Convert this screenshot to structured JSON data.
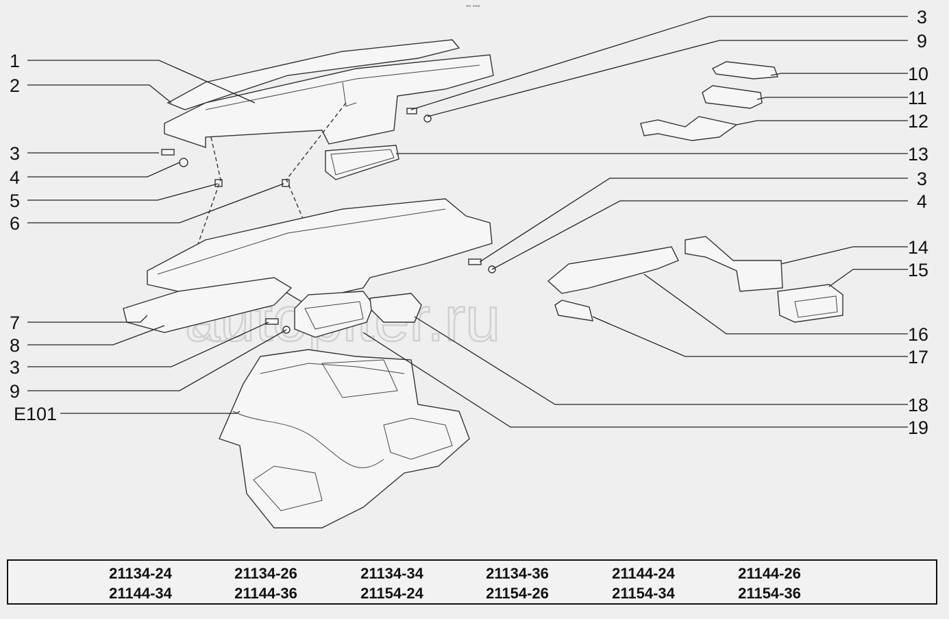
{
  "top_mark": "°° °°°",
  "watermark": "autopiter.ru",
  "callouts": {
    "left": [
      "1",
      "2",
      "3",
      "4",
      "5",
      "6",
      "7",
      "8",
      "3",
      "9",
      "E101"
    ],
    "right": [
      "3",
      "9",
      "10",
      "11",
      "12",
      "13",
      "3",
      "4",
      "14",
      "15",
      "16",
      "17",
      "18",
      "19"
    ]
  },
  "models": [
    [
      "21134-24",
      "21134-26",
      "21134-34",
      "21134-36",
      "21144-24",
      "21144-26"
    ],
    [
      "21144-34",
      "21144-36",
      "21154-24",
      "21154-26",
      "21154-34",
      "21154-36"
    ]
  ]
}
